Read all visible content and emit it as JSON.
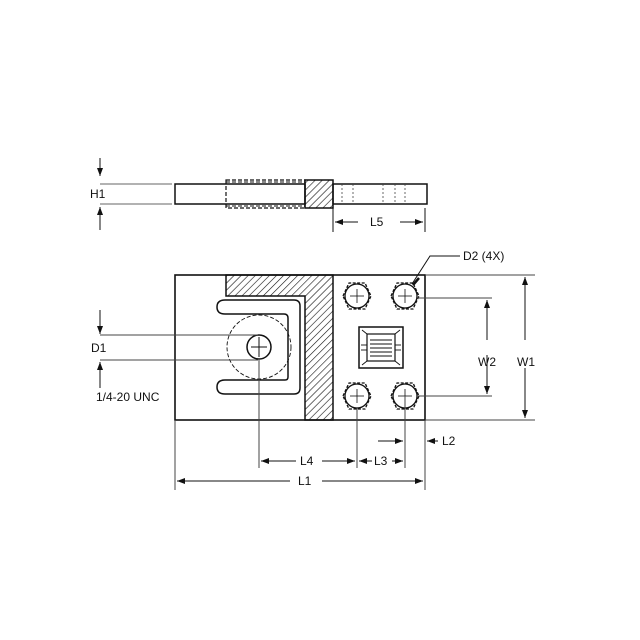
{
  "drawing": {
    "title": "Load cell mechanical dimension drawing",
    "line_color": "#111111",
    "background": "#ffffff",
    "views": [
      "side-view",
      "top-view"
    ]
  },
  "labels": {
    "h1": "H1",
    "l5": "L5",
    "d2": "D2 (4X)",
    "d1": "D1",
    "thread": "1/4-20 UNC",
    "w1": "W1",
    "w2": "W2",
    "l1": "L1",
    "l2": "L2",
    "l3": "L3",
    "l4": "L4"
  }
}
